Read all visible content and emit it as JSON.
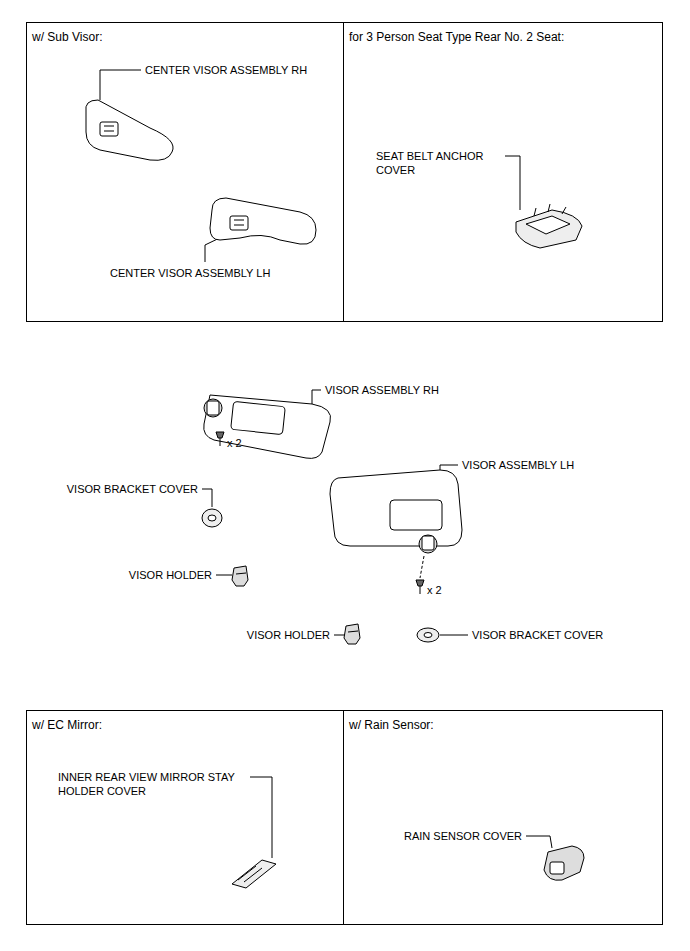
{
  "diagram": {
    "nodes": [
      {
        "text": [
          "w/ Sub Visor:"
        ]
      },
      {
        "text": [
          "for 3 Person Seat Type Rear No. 2 Seat:"
        ]
      },
      {
        "text": [
          "w/ EC Mirror:"
        ]
      },
      {
        "text": [
          "w/ Rain Sensor:"
        ]
      }
    ],
    "labels": [
      "CENTER VISOR ASSEMBLY RH",
      "CENTER VISOR ASSEMBLY LH",
      "SEAT BELT ANCHOR COVER",
      "VISOR ASSEMBLY RH",
      "VISOR ASSEMBLY LH",
      "x 2",
      "VISOR BRACKET COVER",
      "VISOR HOLDER",
      "x 2",
      "VISOR HOLDER",
      "VISOR BRACKET COVER",
      "INNER REAR VIEW MIRROR STAY HOLDER COVER",
      "RAIN SENSOR COVER"
    ]
  }
}
